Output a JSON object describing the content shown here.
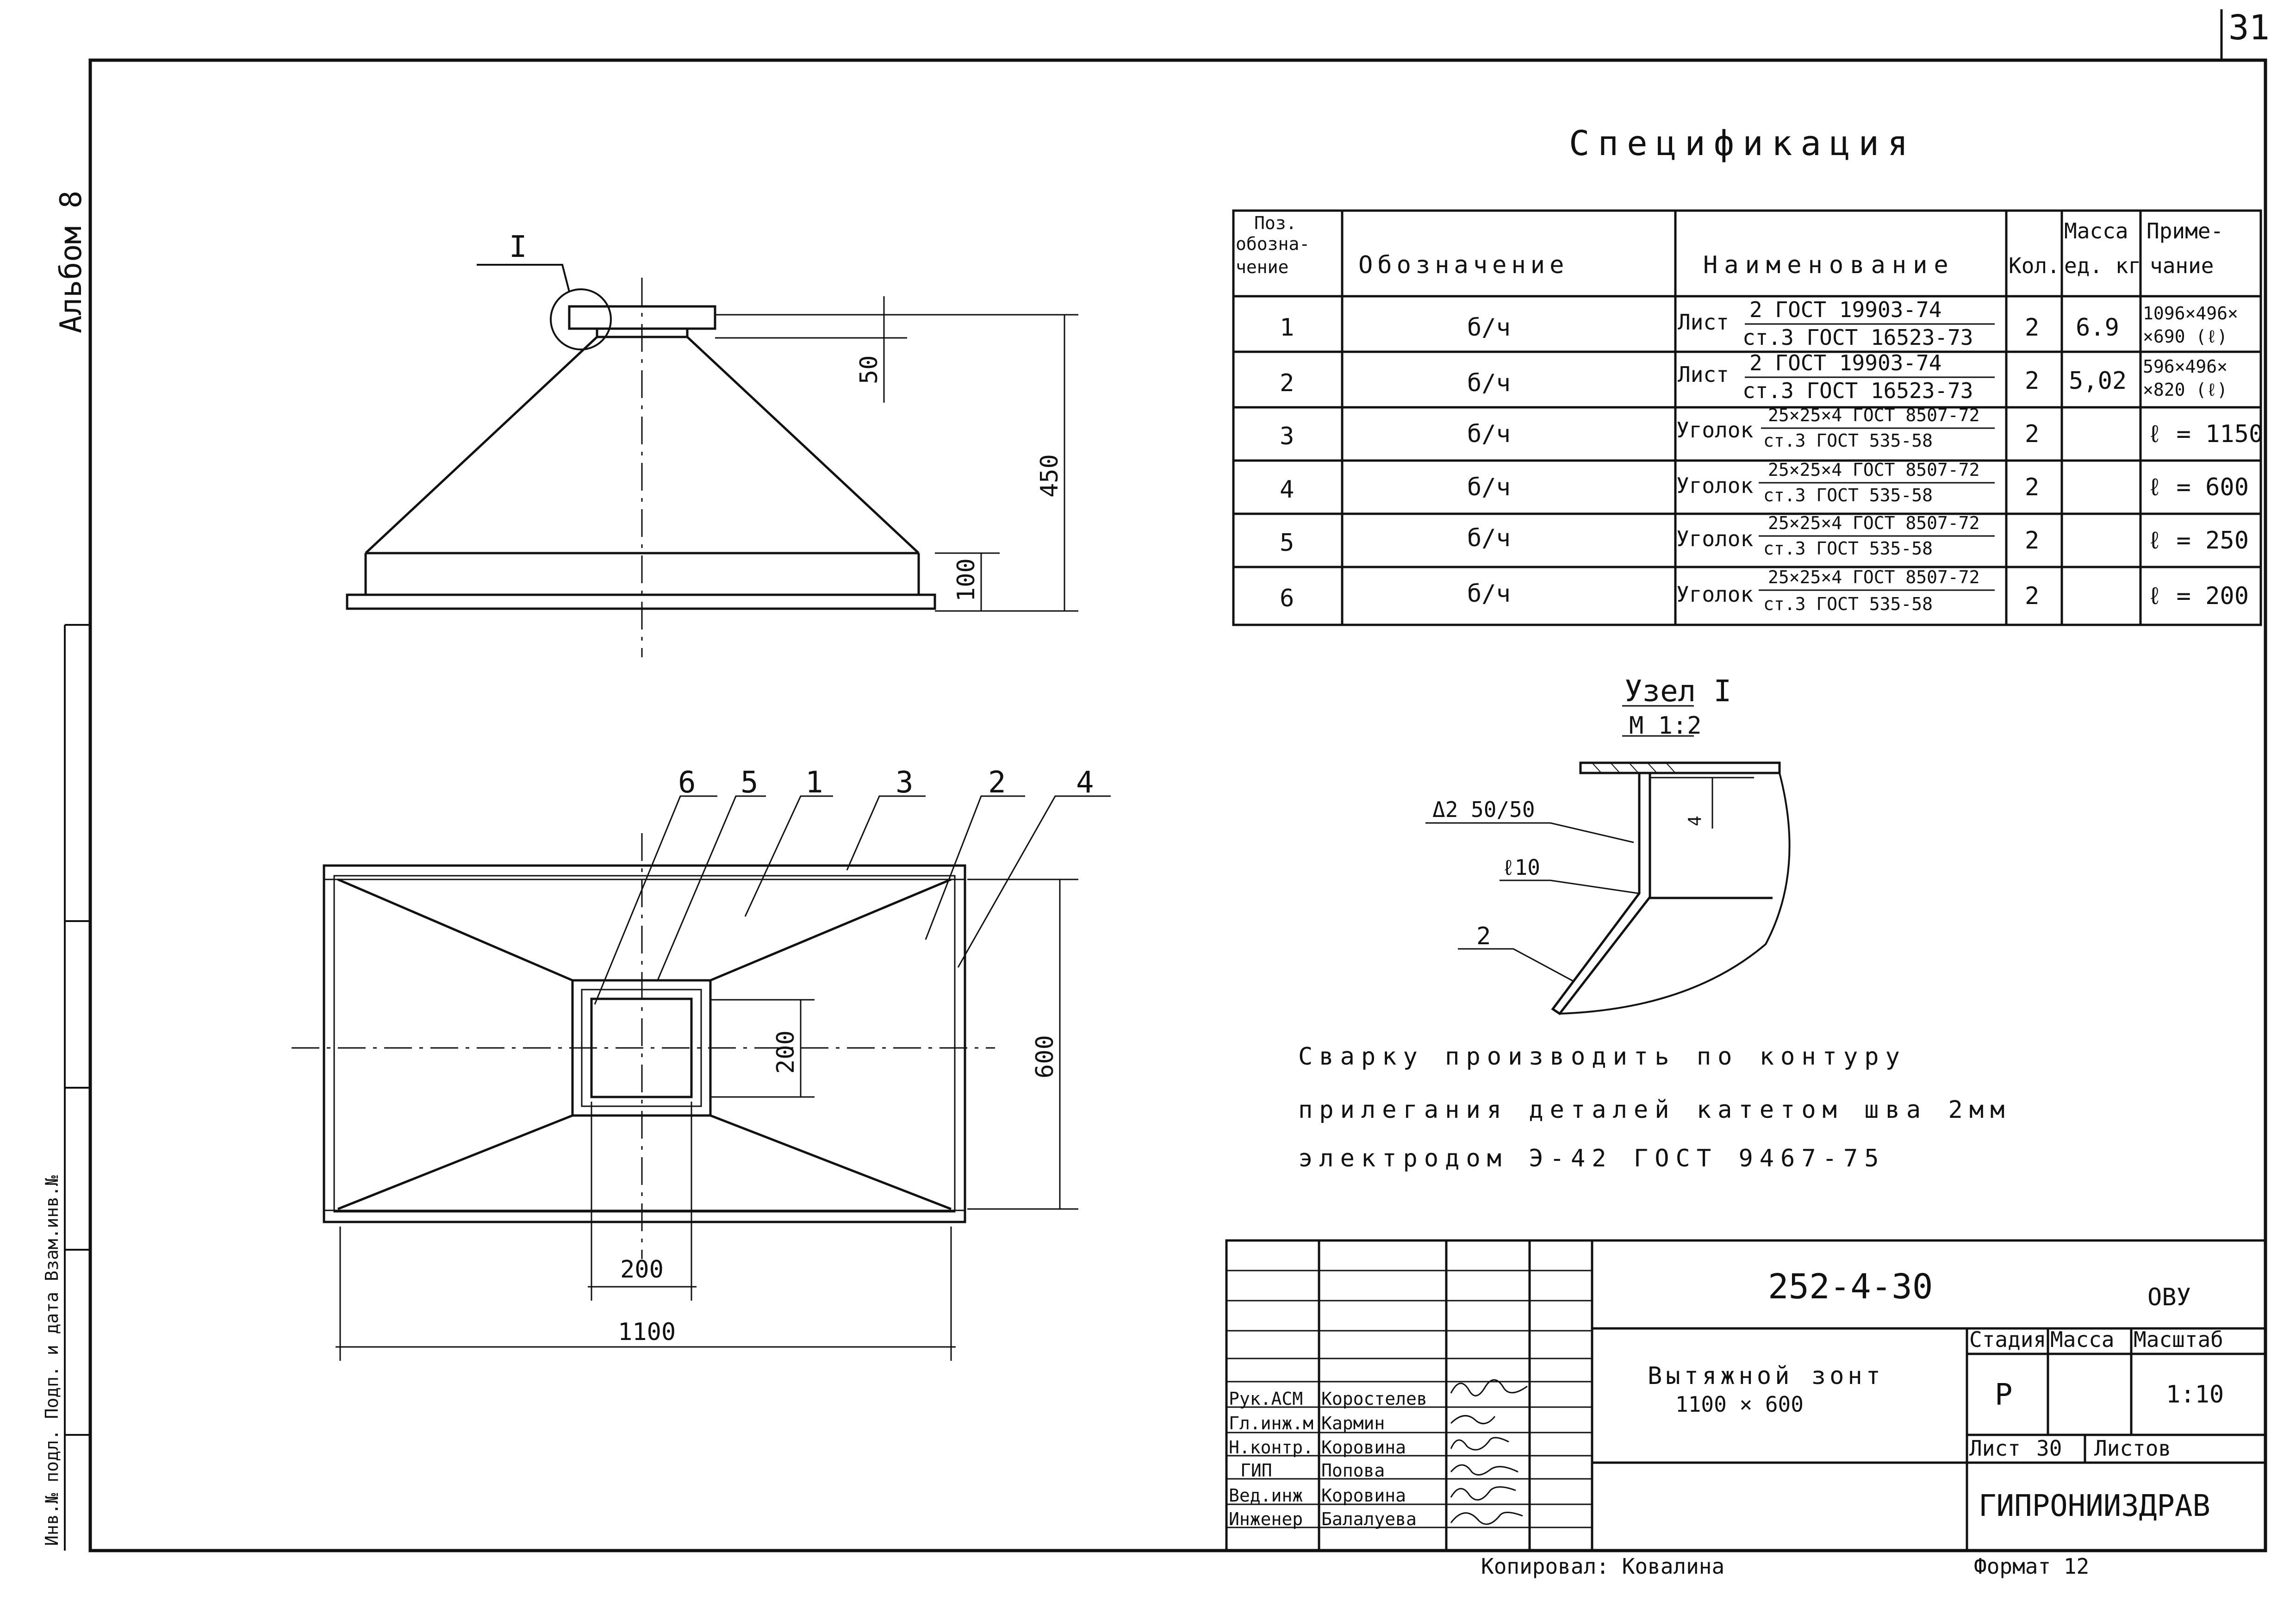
{
  "page_number": "31",
  "album": "Альбом 8",
  "spec": {
    "title": "Спецификация",
    "headers": [
      "Поз. обозна- чение",
      "Обозначение",
      "Наименование",
      "Кол.",
      "Масса ед. кг",
      "Приме- чание"
    ],
    "header_pos": [
      "Поз.",
      "обозна-",
      "чение"
    ],
    "header_mass": [
      "Масса",
      "ед. кг"
    ],
    "header_note": [
      "Приме-",
      "чание"
    ],
    "rows": [
      {
        "pos": "1",
        "oboz": "б/ч",
        "type": "Лист",
        "top": "2 ГОСТ 19903-74",
        "bottom": "ст.3 ГОСТ 16523-73",
        "qty": "2",
        "mass": "6.9",
        "note1": "1096×496×",
        "note2": "×690 (ℓ)"
      },
      {
        "pos": "2",
        "oboz": "б/ч",
        "type": "Лист",
        "top": "2 ГОСТ 19903-74",
        "bottom": "ст.3 ГОСТ 16523-73",
        "qty": "2",
        "mass": "5,02",
        "note1": "596×496×",
        "note2": "×820 (ℓ)"
      },
      {
        "pos": "3",
        "oboz": "б/ч",
        "type": "Уголок",
        "top": "25×25×4 ГОСТ 8507-72",
        "bottom": "ст.3 ГОСТ 535-58",
        "qty": "2",
        "mass": "",
        "note1": "ℓ = 1150",
        "note2": ""
      },
      {
        "pos": "4",
        "oboz": "б/ч",
        "type": "Уголок",
        "top": "25×25×4 ГОСТ 8507-72",
        "bottom": "ст.3 ГОСТ 535-58",
        "qty": "2",
        "mass": "",
        "note1": "ℓ = 600",
        "note2": ""
      },
      {
        "pos": "5",
        "oboz": "б/ч",
        "type": "Уголок",
        "top": "25×25×4 ГОСТ 8507-72",
        "bottom": "ст.3 ГОСТ 535-58",
        "qty": "2",
        "mass": "",
        "note1": "ℓ = 250",
        "note2": ""
      },
      {
        "pos": "6",
        "oboz": "б/ч",
        "type": "Уголок",
        "top": "25×25×4 ГОСТ 8507-72",
        "bottom": "ст.3 ГОСТ 535-58",
        "qty": "2",
        "mass": "",
        "note1": "ℓ = 200",
        "note2": ""
      }
    ]
  },
  "front_view": {
    "callout": "I",
    "dims": [
      "50",
      "450",
      "100"
    ]
  },
  "plan_view": {
    "leaders": [
      "6",
      "5",
      "1",
      "3",
      "2",
      "4"
    ],
    "dims": [
      "200",
      "600",
      "200",
      "1100"
    ]
  },
  "detail": {
    "title": "Узел I",
    "scale": "М 1:2",
    "weld1": "Δ2 50/50",
    "weld2": "ℓ10",
    "part": "2",
    "thk": "4"
  },
  "notes": [
    "Сварку производить по контуру",
    "прилегания деталей катетом шва 2мм",
    "электродом Э-42 ГОСТ 9467-75"
  ],
  "stamp": {
    "code": "252-4-30",
    "ovu": "ОВУ",
    "title1": "Вытяжной зонт",
    "title2": "1100 × 600",
    "h_stage": "Стадия",
    "h_mass": "Масса",
    "h_scale": "Масштаб",
    "stage": "Р",
    "scale": "1:10",
    "sheet_label": "Лист",
    "sheet": "30",
    "sheets_label": "Листов",
    "org": "ГИПРОНИИЗДРАВ",
    "signers": [
      {
        "role": "Рук.АСМ",
        "name": "Коростелев"
      },
      {
        "role": "Гл.инж.м",
        "name": "Кармин"
      },
      {
        "role": "Н.контр.",
        "name": "Коровина"
      },
      {
        "role": "ГИП",
        "name": "Попова"
      },
      {
        "role": "Вед.инж",
        "name": "Коровина"
      },
      {
        "role": "Инженер",
        "name": "Балалуева"
      }
    ],
    "copied": "Копировал: Ковалина",
    "format": "Формат 12"
  },
  "margin_text": "Инв.№ подл.  Подп. и дата  Взам.инв.№"
}
